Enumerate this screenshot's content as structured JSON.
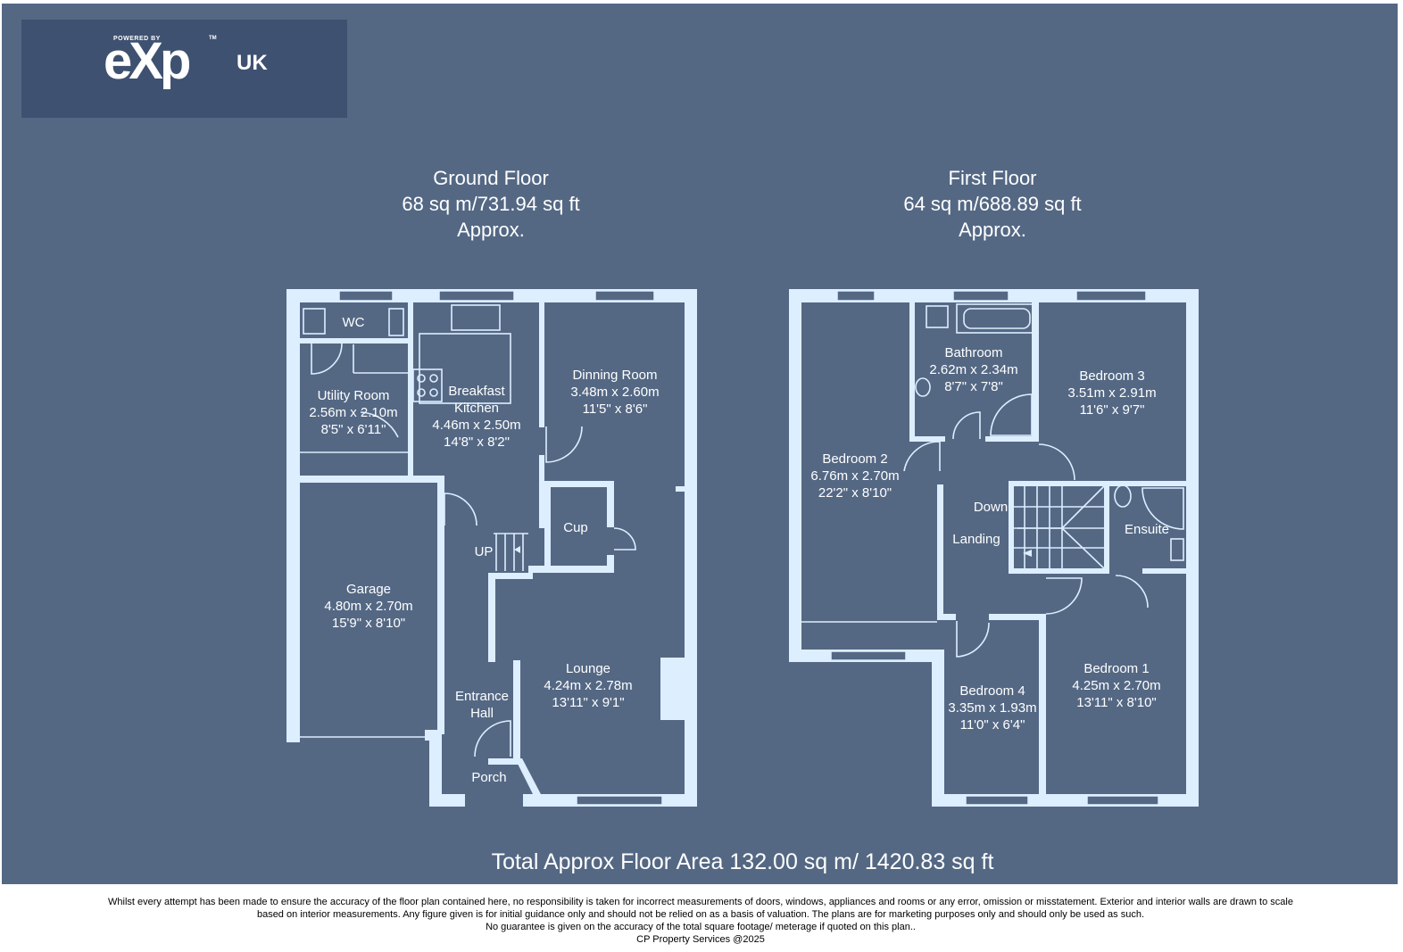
{
  "logo": {
    "powered_by": "POWERED BY",
    "brand": "eXp",
    "trademark": "TM",
    "region": "UK"
  },
  "ground_floor": {
    "title": "Ground Floor",
    "area": "68 sq m/731.94 sq ft",
    "approx": "Approx.",
    "rooms": {
      "wc": {
        "name": "WC"
      },
      "utility": {
        "name": "Utility Room",
        "metric": "2.56m x 2.10m",
        "imperial": "8'5\" x 6'11\""
      },
      "kitchen": {
        "name1": "Breakfast",
        "name2": "Kitchen",
        "metric": "4.46m x 2.50m",
        "imperial": "14'8\" x 8'2\""
      },
      "dining": {
        "name": "Dinning Room",
        "metric": "3.48m x 2.60m",
        "imperial": "11'5\" x 8'6\""
      },
      "cup": {
        "name": "Cup"
      },
      "up": {
        "name": "UP"
      },
      "garage": {
        "name": "Garage",
        "metric": "4.80m x 2.70m",
        "imperial": "15'9\" x 8'10\""
      },
      "lounge": {
        "name": "Lounge",
        "metric": "4.24m x 2.78m",
        "imperial": "13'11\" x 9'1\""
      },
      "entrance": {
        "name1": "Entrance",
        "name2": "Hall"
      },
      "porch": {
        "name": "Porch"
      }
    }
  },
  "first_floor": {
    "title": "First Floor",
    "area": "64 sq m/688.89 sq ft",
    "approx": "Approx.",
    "rooms": {
      "bathroom": {
        "name": "Bathroom",
        "metric": "2.62m x 2.34m",
        "imperial": "8'7\" x 7'8\""
      },
      "bedroom3": {
        "name": "Bedroom 3",
        "metric": "3.51m x 2.91m",
        "imperial": "11'6\" x 9'7\""
      },
      "bedroom2": {
        "name": "Bedroom 2",
        "metric": "6.76m x 2.70m",
        "imperial": "22'2\" x 8'10\""
      },
      "down": {
        "name": "Down"
      },
      "landing": {
        "name": "Landing"
      },
      "ensuite": {
        "name": "Ensuite"
      },
      "bedroom4": {
        "name": "Bedroom 4",
        "metric": "3.35m x 1.93m",
        "imperial": "11'0\" x 6'4\""
      },
      "bedroom1": {
        "name": "Bedroom 1",
        "metric": "4.25m x 2.70m",
        "imperial": "13'11\" x 8'10\""
      }
    }
  },
  "total_area": "Total Approx Floor Area 132.00 sq m/ 1420.83 sq ft",
  "disclaimer": {
    "line1": "Whilst every attempt has been made to ensure the accuracy of the floor plan contained here, no responsibility is taken for incorrect measurements of doors, windows, appliances and rooms or any error, omission or misstatement. Exterior and interior walls are drawn to scale",
    "line2": "based on interior measurements. Any figure given is for initial guidance only and should not be relied on as a basis of valuation. The plans are for marketing purposes only and should only be used as such.",
    "line3": "No guarantee is given on the accuracy of the total square footage/ meterage if quoted on this plan..",
    "line4": "CP Property Services @2025"
  },
  "colors": {
    "background": "#546884",
    "walls": "#ddeeff",
    "logo_panel": "#3e5170",
    "text": "#ffffff"
  }
}
